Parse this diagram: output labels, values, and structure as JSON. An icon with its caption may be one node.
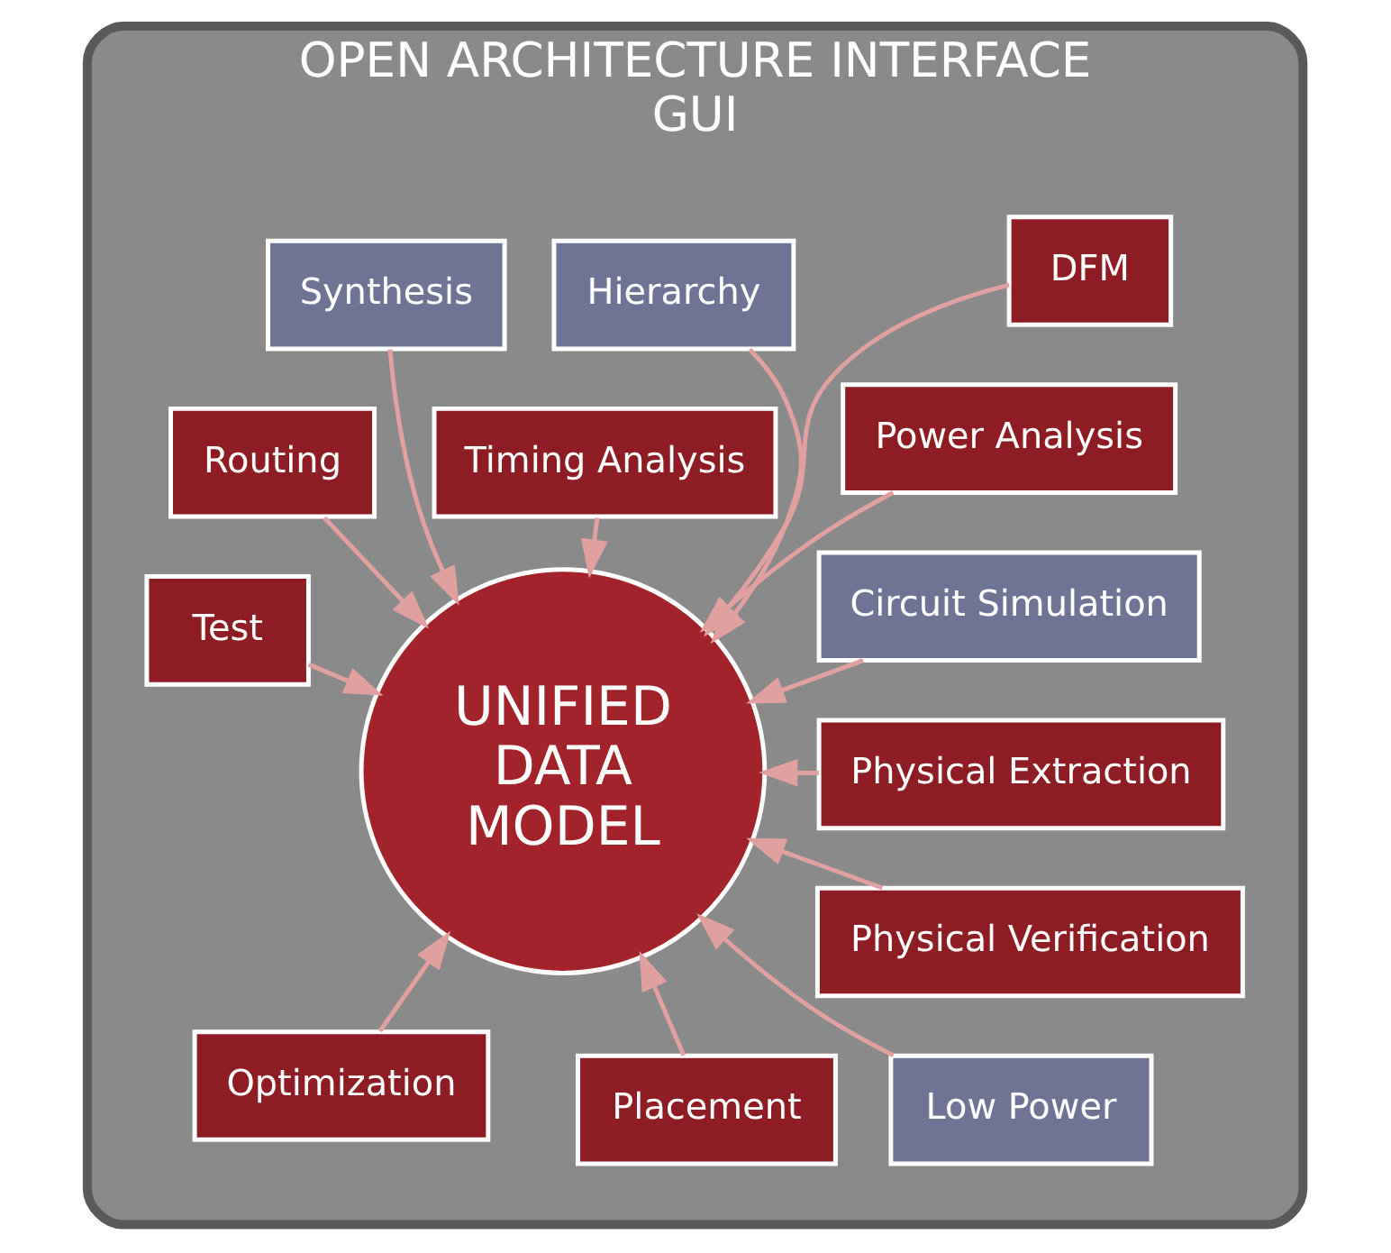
{
  "diagram": {
    "nodes": [
      {
        "text": [
          "OPEN ARCHITECTURE INTERFACE",
          "GUI"
        ]
      },
      {
        "text": [
          "UNIFIED DATA MODEL"
        ],
        "in": 0
      },
      {
        "text": [
          "Optimization"
        ],
        "in": 0
      },
      {
        "text": [
          "Placement"
        ],
        "in": 0
      },
      {
        "text": [
          "Routing"
        ],
        "in": 0
      },
      {
        "text": [
          "Physical Verification"
        ],
        "in": 0
      },
      {
        "text": [
          "Hierarchy"
        ],
        "in": 0
      },
      {
        "text": [
          "DFM"
        ],
        "in": 0
      },
      {
        "text": [
          "Low Power"
        ],
        "in": 0
      },
      {
        "text": [
          "Physical Extraction"
        ],
        "in": 0
      },
      {
        "text": [
          "Circuit Simulation"
        ],
        "in": 0
      },
      {
        "text": [
          "Timing Analysis"
        ],
        "in": 0
      },
      {
        "text": [
          "Power Analysis"
        ],
        "in": 0
      },
      {
        "text": [
          "Test"
        ],
        "in": 0
      },
      {
        "text": [
          "Synthesis"
        ],
        "in": 0
      }
    ],
    "edges": [
      {
        "from": 2,
        "to": 1,
        "arrow": "to"
      },
      {
        "from": 3,
        "to": 1,
        "arrow": "to"
      },
      {
        "from": 4,
        "to": 1,
        "arrow": "to"
      },
      {
        "from": 5,
        "to": 1,
        "arrow": "to"
      },
      {
        "from": 6,
        "to": 1,
        "arrow": "to"
      },
      {
        "from": 7,
        "to": 1,
        "arrow": "to"
      },
      {
        "from": 8,
        "to": 1,
        "arrow": "to"
      },
      {
        "from": 9,
        "to": 1,
        "arrow": "to"
      },
      {
        "from": 10,
        "to": 1,
        "arrow": "to"
      },
      {
        "from": 11,
        "to": 1,
        "arrow": "to"
      },
      {
        "from": 12,
        "to": 1,
        "arrow": "to"
      },
      {
        "from": 13,
        "to": 1,
        "arrow": "to"
      },
      {
        "from": 14,
        "to": 1,
        "arrow": "to"
      }
    ]
  }
}
